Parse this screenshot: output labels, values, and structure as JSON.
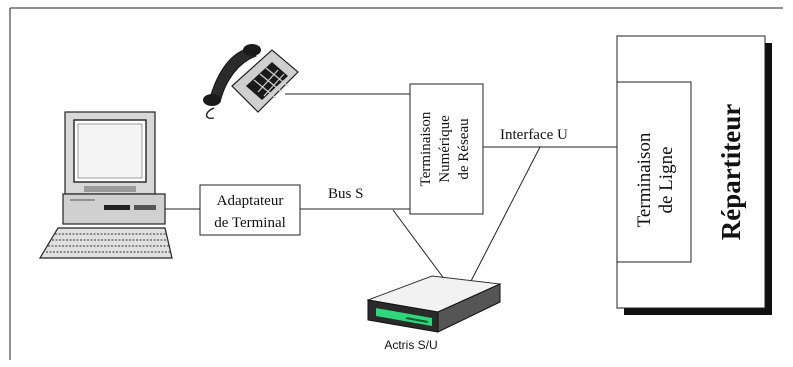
{
  "diagram": {
    "phone": {
      "icon": "telephone-icon"
    },
    "computer": {
      "icon": "computer-icon"
    },
    "adapter": {
      "line1": "Adaptateur",
      "line2": "de Terminal"
    },
    "ntr": {
      "line1": "Terminaison",
      "line2": "Numérique",
      "line3": "de Réseau"
    },
    "bus_label": "Bus S",
    "interface_label": "Interface U",
    "line_termination": {
      "line1": "Terminaison",
      "line2": "de Ligne"
    },
    "distributor": {
      "label": "Répartiteur"
    },
    "device": {
      "icon": "actris-device-icon",
      "label": "Actris S/U",
      "accent_color": "#2fd67a"
    }
  }
}
